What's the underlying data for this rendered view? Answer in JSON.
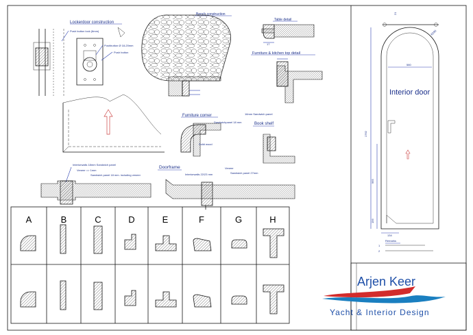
{
  "labels": {
    "lockerdoor": "Lockerdoor construction",
    "push_button_lock": "Push button lock (6mm)",
    "push_button_dia": "Pushbutton Ø 18-20mm",
    "push_button": "Push button",
    "bench": "Bench construction",
    "table_detail": "Table detail",
    "furniture_kitchen_top": "Furniture & kitchen top detail",
    "furniture_corner": "Furniture corner",
    "sandwich_18": "Sandwichpanel 18 mm",
    "solid_wood": "Solid wood",
    "sandwich_16": "16mm Sandwich panel",
    "book_shelf": "Book shelf",
    "interior_walls": "Interiorwalls 18mm Sandwich panel",
    "veneer_1mm": "Veneer => 1mm",
    "sandwich_incl_veneer": "Sandwich panel 18 mm. including veneer",
    "doorframe": "Doorframe",
    "interiorwalls_2": "Interiorwalls 22/23 mm",
    "veneer": "Veneer",
    "sandwich_27": "Sandwich panel 27mm",
    "interior_door": "Interior door",
    "remarks": "Remarks"
  },
  "door_dims": {
    "width": "580",
    "height": "1762",
    "lower": "965",
    "bottom": "156",
    "foot": "134",
    "top_small": "21",
    "radius": "R290"
  },
  "profiles": [
    "A",
    "B",
    "C",
    "D",
    "E",
    "F",
    "G",
    "H"
  ],
  "brand": {
    "name": "Arjen Keer",
    "tagline": "Yacht & Interior Design",
    "color_name": "#1e4fa8",
    "color_red": "#d22c2c",
    "color_wave": "#1a7fc0"
  }
}
